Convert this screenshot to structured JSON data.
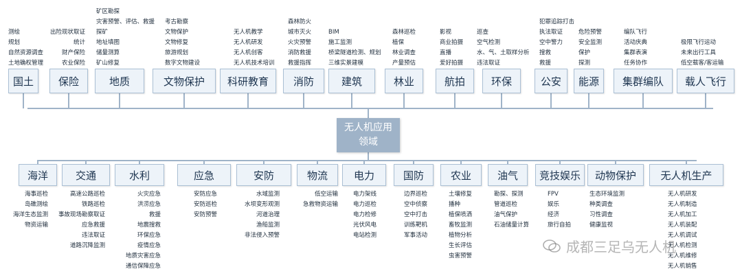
{
  "center": {
    "line1": "无人机应用",
    "line2": "领域"
  },
  "top": [
    {
      "label": "国土",
      "items": [
        "测绘",
        "规划",
        "自然资源调查",
        "土地确权管理"
      ]
    },
    {
      "label": "保险",
      "items": [
        "出险现状取证",
        "统计",
        "财产保险",
        "农业保险"
      ]
    },
    {
      "label": "地质",
      "items": [
        "矿区勘探",
        "灾害预警、评估、救援",
        "探矿",
        "地址填图",
        "储量测算",
        "矿山修复"
      ]
    },
    {
      "label": "文物保护",
      "items": [
        "考古勘察",
        "文物保护",
        "文物修复",
        "旅游规划",
        "数字文物建设"
      ]
    },
    {
      "label": "科研教育",
      "items": [
        "无人机教学",
        "无人机研发",
        "无人机创客",
        "无人机技术培训"
      ]
    },
    {
      "label": "消防",
      "items": [
        "森林防火",
        "城市灭火",
        "火灾预警",
        "消防救援",
        "救援指挥"
      ]
    },
    {
      "label": "建筑",
      "items": [
        "BIM",
        "施工监测",
        "桥梁隧道检测、规划",
        "三维实景建模"
      ]
    },
    {
      "label": "林业",
      "items": [
        "森林巡检",
        "植保",
        "林业调查",
        "产量预估"
      ]
    },
    {
      "label": "航拍",
      "items": [
        "影视",
        "商业拍摄",
        "直播",
        "爱好拍摄"
      ]
    },
    {
      "label": "环保",
      "items": [
        "巡查",
        "空气检测",
        "水、气、土取样分析",
        "违法取证"
      ]
    },
    {
      "label": "公安",
      "items": [
        "犯罪追踪打击",
        "执法取证",
        "空中警力",
        "搜救",
        "救援"
      ]
    },
    {
      "label": "能源",
      "items": [
        "危险预警",
        "安全监测",
        "保护",
        "探测"
      ]
    },
    {
      "label": "集群编队",
      "items": [
        "编队飞行",
        "活动庆典",
        "集群表演",
        "任务协作"
      ]
    },
    {
      "label": "载人飞行",
      "items": [
        "极限飞行运动",
        "未来出行工具",
        "低空载客/客运输"
      ]
    }
  ],
  "bottom": [
    {
      "label": "海洋",
      "items": [
        "海事巡检",
        "岛礁测绘",
        "海洋生态监测",
        "物资运输"
      ]
    },
    {
      "label": "交通",
      "items": [
        "高速公路巡检",
        "铁路巡检",
        "事故现场勘察取证",
        "应急救援",
        "违法取证",
        "道路沉降监测"
      ]
    },
    {
      "label": "水利",
      "items": [
        "火灾应急",
        "洪涝应急",
        "救援",
        "地震搜救",
        "环保应急",
        "疫情应急",
        "地质灾害应急",
        "通信保障应急"
      ]
    },
    {
      "label": "应急",
      "items": [
        "安防应急",
        "安防巡检",
        "安防预警"
      ]
    },
    {
      "label": "安防",
      "items": [
        "水域监测",
        "水坝变形观测",
        "河道治理",
        "渔船监测",
        "非法侵入预警"
      ]
    },
    {
      "label": "物流",
      "items": [
        "低空运输",
        "急救物资运输"
      ]
    },
    {
      "label": "电力",
      "items": [
        "电力架线",
        "电力巡检",
        "电力检修",
        "光伏风电",
        "电站检测"
      ]
    },
    {
      "label": "国防",
      "items": [
        "边界巡检",
        "空中侦察",
        "空中打击",
        "训练靶机",
        "军事活动"
      ]
    },
    {
      "label": "农业",
      "items": [
        "土壤修复",
        "播种",
        "植保喷洒",
        "畜牧监测",
        "植物分析",
        "生长评估",
        "虫害预警"
      ]
    },
    {
      "label": "油气",
      "items": [
        "勘探、探测",
        "管道巡检",
        "油气保护",
        "石油储量计算"
      ]
    },
    {
      "label": "竞技娱乐",
      "items": [
        "FPV",
        "娱乐",
        "经济",
        "旅行自拍"
      ]
    },
    {
      "label": "动物保护",
      "items": [
        "生态环境监测",
        "种类调查",
        "习性调查",
        "健康监视"
      ]
    },
    {
      "label": "无人机生产",
      "items": [
        "无人机研发",
        "无人机制造",
        "无人机加工",
        "无人机装配",
        "无人机调试",
        "无人机检测",
        "无人机维修",
        "无人机销售"
      ]
    }
  ],
  "watermark": "成都三足乌无人机"
}
